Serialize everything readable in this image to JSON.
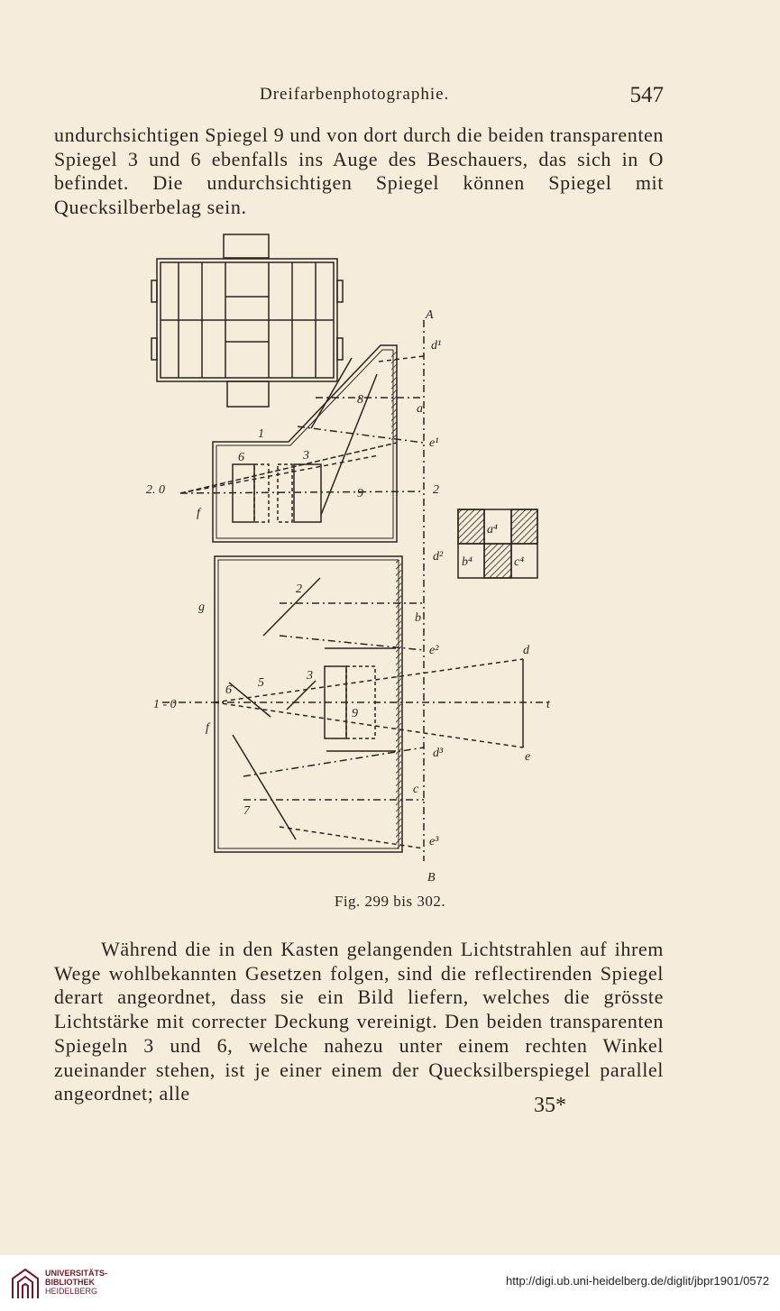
{
  "header": {
    "title": "Dreifarbenphotographie.",
    "page_number": "547"
  },
  "paragraph1": "undurchsichtigen Spiegel 9 und von dort durch die beiden transparenten Spiegel 3 und 6 ebenfalls ins Auge des Beschauers, das sich in O befindet. Die undurchsichtigen Spiegel können Spiegel mit Quecksilberbelag sein.",
  "figure": {
    "caption": "Fig. 299 bis 302.",
    "labels": {
      "A": "A",
      "B": "B",
      "d1": "d¹",
      "a": "a",
      "e1": "e¹",
      "two": "2",
      "n8": "8",
      "n1": "1",
      "n6": "6",
      "n3": "3",
      "n9": "9",
      "two_o": "2. 0",
      "f": "f",
      "d2": "d²",
      "n2": "2",
      "g": "g",
      "b": "b",
      "e2": "e²",
      "d": "d",
      "n5": "5",
      "n6b": "6",
      "n3b": "3",
      "n9b": "9",
      "one_o": "1 - 0",
      "f2": "f",
      "t": "t",
      "e": "e",
      "d3": "d³",
      "c": "c",
      "n7": "7",
      "e3": "e³",
      "a4": "a⁴",
      "b4": "b⁴",
      "c4": "c⁴"
    }
  },
  "paragraph2": "Während die in den Kasten gelangenden Lichtstrahlen auf ihrem Wege wohlbekannten Gesetzen folgen, sind die reflectirenden Spiegel derart angeordnet, dass sie ein Bild liefern, welches die grösste Lichtstärke mit correcter Deckung vereinigt. Den beiden transparenten Spiegeln 3 und 6, welche nahezu unter einem rechten Winkel zueinander stehen, ist je einer einem der Quecksilberspiegel parallel angeordnet; alle",
  "signature": "35*",
  "footer": {
    "logo_lines": [
      "UNIVERSITÄTS-",
      "BIBLIOTHEK",
      "HEIDELBERG"
    ],
    "url": "http://digi.ub.uni-heidelberg.de/diglit/jbpr1901/0572"
  }
}
